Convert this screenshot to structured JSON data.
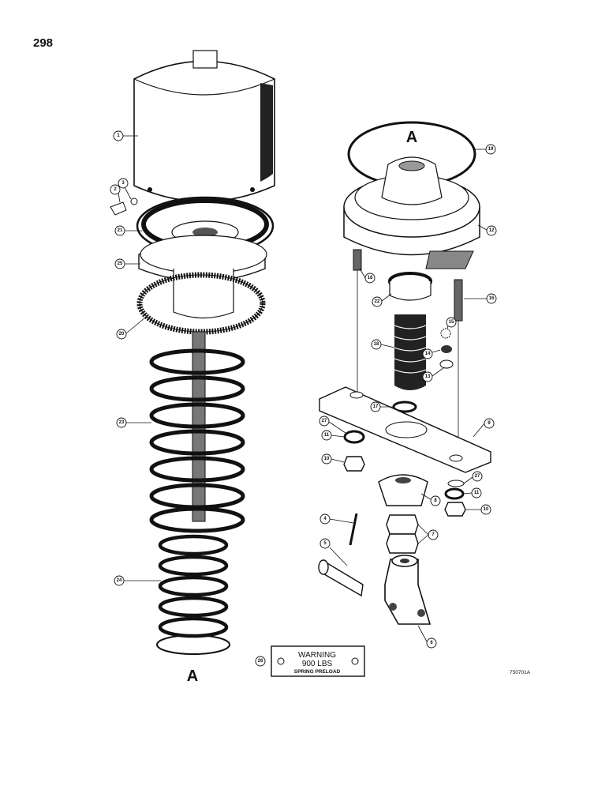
{
  "page": {
    "number": "298",
    "figure_code": "750701A"
  },
  "views": {
    "left_letter": "A",
    "right_letter": "A"
  },
  "warning_plate": {
    "callout": "26",
    "line1": "WARNING",
    "line2": "900 LBS",
    "line3": "SPRING PRELOAD"
  },
  "callouts": {
    "c1": "1",
    "c2": "2",
    "c3": "3",
    "c21": "21",
    "c25": "25",
    "c20": "20",
    "c23": "23",
    "c24": "24",
    "c19": "19",
    "c12": "12",
    "c18a": "18",
    "c22": "22",
    "c16": "16",
    "c15": "15",
    "c18b": "18",
    "c14": "14",
    "c13": "13",
    "c17": "17",
    "c9": "9",
    "c27a": "27",
    "c11a": "11",
    "c10a": "10",
    "c27b": "27",
    "c11b": "11",
    "c8": "8",
    "c10b": "10",
    "c4": "4",
    "c7": "7",
    "c5": "5",
    "c6": "6"
  }
}
